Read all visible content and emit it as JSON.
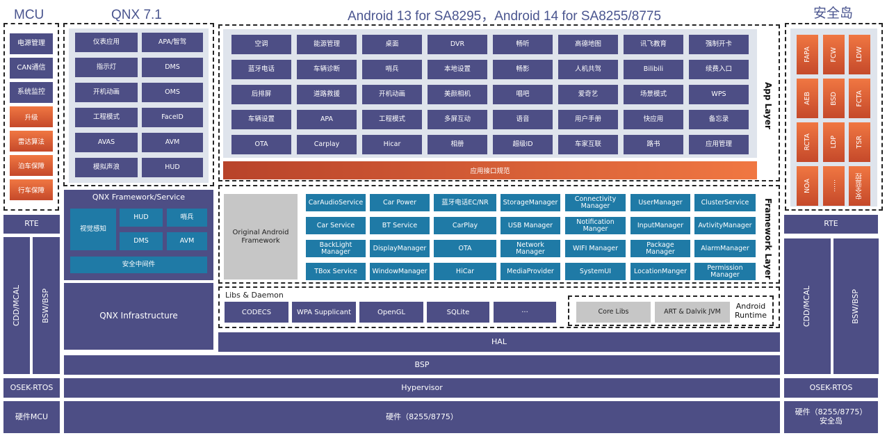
{
  "titles": {
    "mcu": "MCU",
    "qnx": "QNX 7.1",
    "android": "Android 13 for SA8295，Android 14 for SA8255/8775",
    "safety": "安全岛"
  },
  "mcu": {
    "items": [
      "电源管理",
      "CAN通信",
      "系统监控"
    ],
    "orange_items": [
      "升级",
      "雷达算法",
      "泊车保障",
      "行车保障"
    ],
    "rte": "RTE",
    "cdd": "CDD/MCAL",
    "bsw": "BSW/BSP",
    "osek": "OSEK-RTOS",
    "hw": "硬件MCU"
  },
  "qnx": {
    "apps": [
      [
        "仪表应用",
        "APA/智驾"
      ],
      [
        "指示灯",
        "DMS"
      ],
      [
        "开机动画",
        "OMS"
      ],
      [
        "工程模式",
        "FaceID"
      ],
      [
        "AVAS",
        "AVM"
      ],
      [
        "模拟声浪",
        "HUD"
      ]
    ],
    "framework_title": "QNX Framework/Service",
    "visual": "视觉感知",
    "fw_items": [
      "HUD",
      "哨兵",
      "DMS",
      "AVM"
    ],
    "middleware": "安全中间件",
    "infra": "QNX Infrastructure"
  },
  "android": {
    "app_layer_label": "App Layer",
    "apps": [
      [
        "空调",
        "能源管理",
        "桌面",
        "DVR",
        "畅听",
        "高德地图",
        "讯飞教育",
        "强制开卡"
      ],
      [
        "蓝牙电话",
        "车辆诊断",
        "哨兵",
        "本地设置",
        "畅影",
        "人机共驾",
        "Bilibili",
        "续费入口"
      ],
      [
        "后排屏",
        "道路救援",
        "开机动画",
        "美颜相机",
        "唱吧",
        "爱奇艺",
        "场景模式",
        "WPS"
      ],
      [
        "车辆设置",
        "APA",
        "工程模式",
        "多屏互动",
        "语音",
        "用户手册",
        "快应用",
        "备忘录"
      ],
      [
        "OTA",
        "Carplay",
        "Hicar",
        "相册",
        "超级ID",
        "车家互联",
        "路书",
        "应用管理"
      ]
    ],
    "api_spec": "应用接口规范",
    "framework_label": "Framework Layer",
    "original_framework": "Original Android Framework",
    "framework": [
      [
        "CarAudioService",
        "Car Power",
        "蓝牙电话EC/NR",
        "StorageManager",
        "Connectivity Manager",
        "UserManager",
        "ClusterService"
      ],
      [
        "Car Service",
        "BT Service",
        "CarPlay",
        "USB Manager",
        "Notification Manger",
        "InputManager",
        "AvtivityManager"
      ],
      [
        "BackLight Manager",
        "DisplayManager",
        "OTA",
        "Network Manager",
        "WIFI Manager",
        "Package Manager",
        "AlarmManager"
      ],
      [
        "TBox Service",
        "WindowManager",
        "HiCar",
        "MediaProvider",
        "SystemUI",
        "LocationManger",
        "Permission Manager"
      ]
    ],
    "libs_title": "Libs & Daemon",
    "libs": [
      "CODECS",
      "WPA Supplicant",
      "OpenGL",
      "SQLite",
      "···"
    ],
    "runtime_libs": [
      "Core Libs",
      "ART & Dalvik JVM"
    ],
    "runtime_label": "Android Runtime",
    "hal": "HAL"
  },
  "shared": {
    "bsp": "BSP",
    "hypervisor": "Hypervisor",
    "hw": "硬件（8255/8775）"
  },
  "safety": {
    "grid": [
      [
        "FAPA",
        "FCW",
        "LDW"
      ],
      [
        "AEB",
        "BSD",
        "FCTA"
      ],
      [
        "RCTA",
        "LDP",
        "TSR"
      ],
      [
        "NOA",
        "······",
        "安全监控"
      ]
    ],
    "rte": "RTE",
    "cdd": "CDD/MCAL",
    "bsw": "BSW/BSP",
    "osek": "OSEK-RTOS",
    "hw": "硬件（8255/8775）安全岛"
  }
}
